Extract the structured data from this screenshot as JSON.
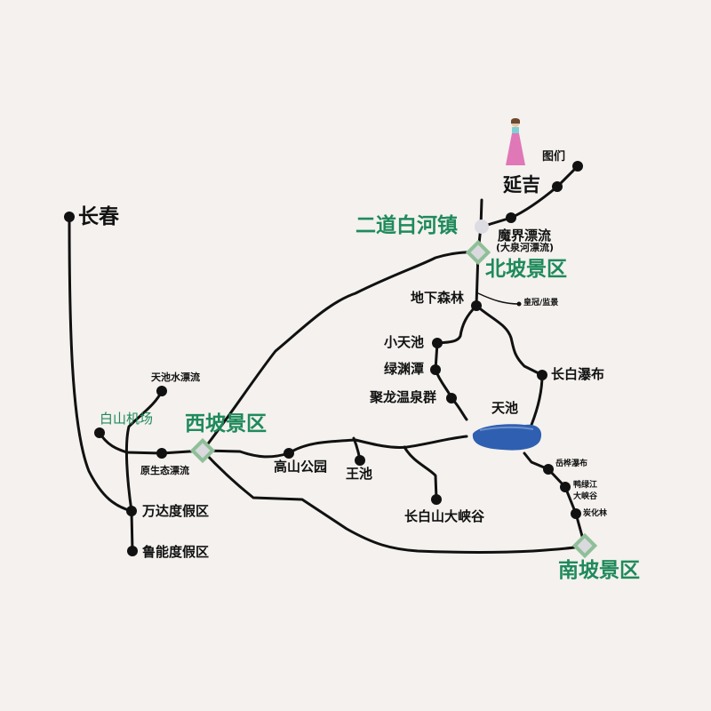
{
  "map": {
    "background": "#f4f1ee",
    "route_color": "#111111",
    "scenic_area_color": "#1f8a5b",
    "scenic_marker_fill": "#d9d9de",
    "scenic_marker_border": "#8fbf98",
    "lake_color": "#2f5fb0"
  },
  "cities": {
    "changchun": "长春",
    "yanji": "延吉",
    "tumen": "图们",
    "erdaobaihe": "二道白河镇"
  },
  "scenic_areas": {
    "north": "北坡景区",
    "west": "西坡景区",
    "south": "南坡景区",
    "airport": "白山机场"
  },
  "lake": {
    "name": "天池"
  },
  "stops": {
    "mojie_rafting": "魔界漂流",
    "mojie_rafting_sub": "(大泉河漂流)",
    "underground_forest": "地下森林",
    "huangguan": "皇冠/监景",
    "xiao_tianchi": "小天池",
    "lvyuan_pool": "绿渊潭",
    "julong_hotspring": "聚龙温泉群",
    "changbai_waterfall": "长白瀑布",
    "tianchi_rafting": "天池水漂流",
    "yuanshengtai_rafting": "原生态漂流",
    "wanda_resort": "万达度假区",
    "luneng_resort": "鲁能度假区",
    "alpine_park": "高山公园",
    "wangchi": "王池",
    "grand_canyon": "长白山大峡谷",
    "yuehua_waterfall": "岳桦瀑布",
    "yalu_canyon_1": "鸭绿江",
    "yalu_canyon_2": "大峡谷",
    "tanhua_forest": "炭化林"
  }
}
